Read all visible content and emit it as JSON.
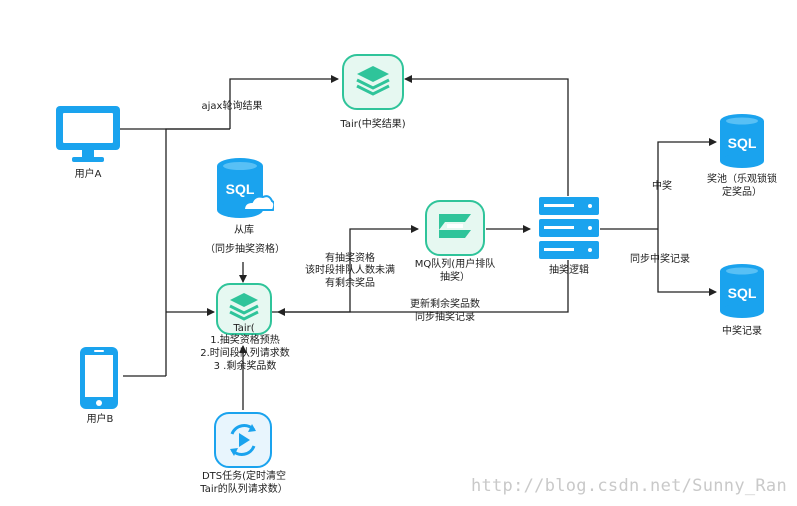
{
  "nodes": {
    "user_a": {
      "label": "用户A"
    },
    "user_b": {
      "label": "用户B"
    },
    "tair_result": {
      "label": "Tair(中奖结果)"
    },
    "slave_db": {
      "icon_text": "SQL",
      "label": "从库",
      "sublabel": "（同步抽奖资格）"
    },
    "tair_main": {
      "label": "Tair(",
      "lines": [
        "1.抽奖资格预热",
        "2.时间段队列请求数",
        "3 .剩余奖品数"
      ]
    },
    "mq": {
      "label_lines": [
        "MQ队列(用户排队",
        "抽奖）"
      ]
    },
    "lottery": {
      "label": "抽奖逻辑"
    },
    "prize_pool": {
      "icon_text": "SQL",
      "label_lines": [
        "奖池（乐观锁锁",
        "定奖品）"
      ]
    },
    "win_record": {
      "icon_text": "SQL",
      "label": "中奖记录"
    },
    "dts": {
      "label_lines": [
        "DTS任务(定时清空",
        "Tair的队列请求数）"
      ]
    }
  },
  "edges": {
    "ajax": "ajax轮询结果",
    "conditions": [
      "有抽奖资格",
      "该时段排队人数未满",
      "有剩余奖品"
    ],
    "update": [
      "更新剩余奖品数",
      "同步抽奖记录"
    ],
    "win": "中奖",
    "sync_record": "同步中奖记录"
  },
  "watermark": "http://blog.csdn.net/Sunny_Ran",
  "colors": {
    "line": "#222222",
    "blue": "#1aa3ee",
    "green": "#2fc49a",
    "green_light": "#e6f8f1"
  }
}
